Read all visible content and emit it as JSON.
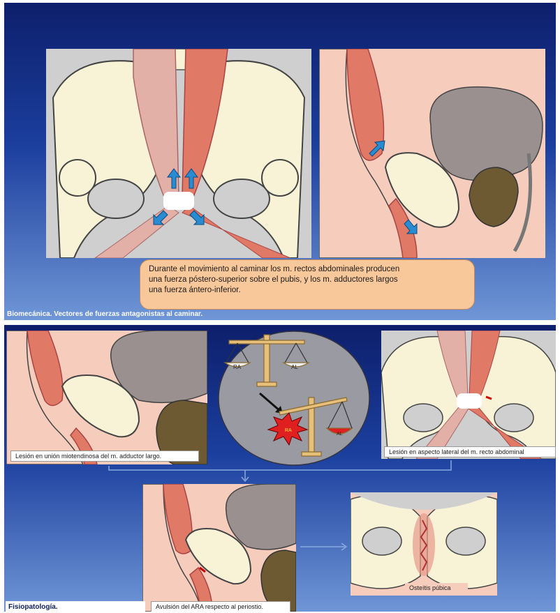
{
  "slide_top": {
    "caption_line1": "Durante  el movimiento   al caminar los m. rectos abdominales  producen",
    "caption_line2": "una  fuerza póstero-superior sobre el pubis,  y los m.  adductores largos",
    "caption_line3": "una  fuerza ántero-inferior.",
    "footer_label": "Biomecánica. Vectores de fuerzas antagonistas al caminar."
  },
  "slide_bottom": {
    "caption_left": "Lesión en unión miotendinosa del m. adductor largo.",
    "caption_right": "Lesión en aspecto lateral del m. recto abdominal",
    "caption_avulsion": "Avulsión del ARA respecto al periostio.",
    "caption_osteitis": "Osteítis púbica",
    "footer_label": "Fisiopatología.",
    "scale_label_ra": "RA",
    "scale_label_al": "AL"
  },
  "colors": {
    "bone": "#f8f2d6",
    "muscle": "#e07a66",
    "muscle_light": "#e3b0a8",
    "background_pink": "#f6cdbd",
    "gray_panel": "#cfcfcf",
    "bladder": "#9a9090",
    "prostate": "#6e5a32",
    "arrow": "#2a8cd0",
    "caption_fill": "#f9c89a"
  },
  "icons": [
    "up-arrow-icon",
    "down-arrow-icon",
    "balance-scale-icon"
  ]
}
